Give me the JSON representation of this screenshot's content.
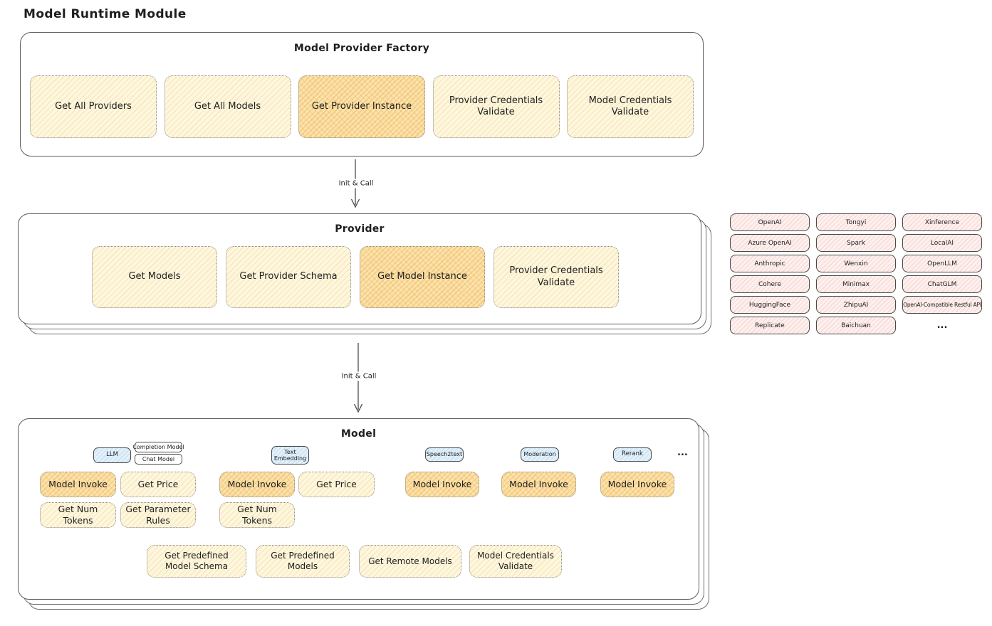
{
  "page_title": "Model Runtime Module",
  "colors": {
    "yellow_light": "#fdf7e0",
    "yellow_highlight": "#fae3ae",
    "hatch_orange": "#f1ae4d",
    "provider_pink": "#fdf0ee",
    "tab_blue": "#e2f0fa",
    "outline": "#5c5c5c"
  },
  "factory": {
    "title": "Model Provider Factory",
    "items": [
      "Get All Providers",
      "Get All Models",
      "Get Provider Instance",
      "Provider Credentials Validate",
      "Model Credentials Validate"
    ]
  },
  "arrows": {
    "init_call_1": "Init & Call",
    "init_call_2": "Init & Call"
  },
  "provider": {
    "title": "Provider",
    "items": [
      "Get Models",
      "Get Provider Schema",
      "Get Model Instance",
      "Provider Credentials Validate"
    ]
  },
  "provider_list": {
    "items": [
      "OpenAI",
      "Tongyi",
      "Xinference",
      "Azure OpenAI",
      "Spark",
      "LocalAI",
      "Anthropic",
      "Wenxin",
      "OpenLLM",
      "Cohere",
      "Minimax",
      "ChatGLM",
      "HuggingFace",
      "ZhipuAI",
      "OpenAI-Compatible Restful API",
      "Replicate",
      "Baichuan"
    ],
    "more": "..."
  },
  "model": {
    "title": "Model",
    "tabs": {
      "llm": "LLM",
      "completion_model": "Completion Model",
      "chat_model": "Chat Model",
      "text_embedding": "Text Embedding",
      "speech2text": "Speech2text",
      "moderation": "Moderation",
      "rerank": "Rerank",
      "more": "..."
    },
    "llm_ops": [
      "Model Invoke",
      "Get Price",
      "Get Num Tokens",
      "Get Parameter Rules"
    ],
    "embedding_ops": [
      "Model Invoke",
      "Get Price",
      "Get Num Tokens"
    ],
    "speech2text_ops": [
      "Model Invoke"
    ],
    "moderation_ops": [
      "Model Invoke"
    ],
    "rerank_ops": [
      "Model Invoke"
    ],
    "common_ops": [
      "Get Predefined Model Schema",
      "Get Predefined Models",
      "Get Remote Models",
      "Model Credentials Validate"
    ]
  }
}
